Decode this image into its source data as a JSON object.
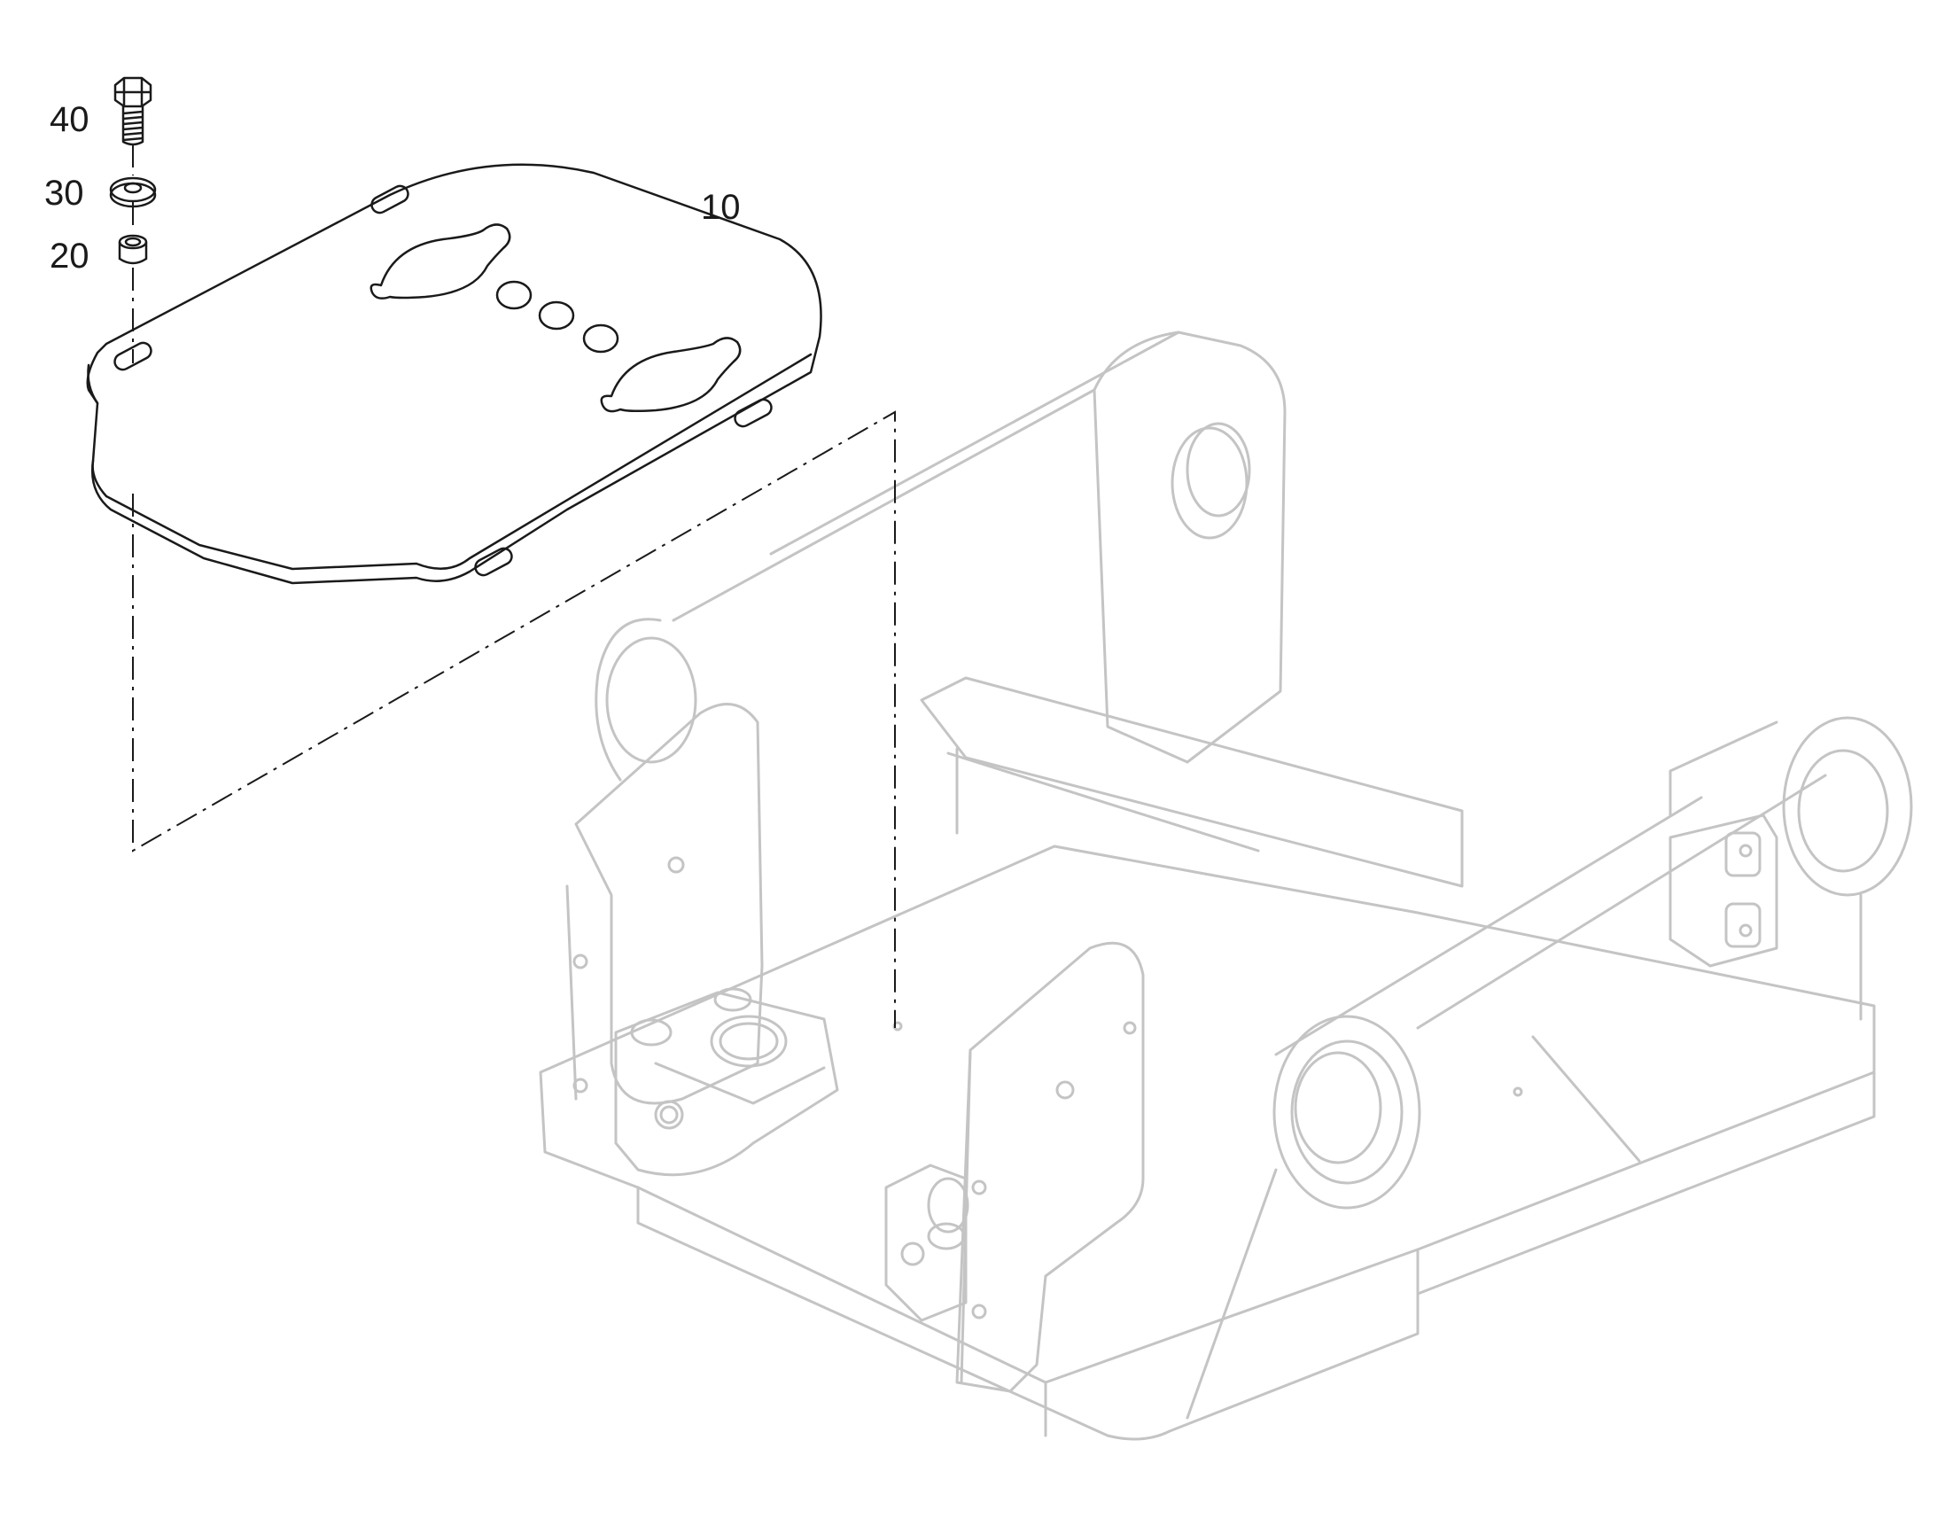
{
  "diagram": {
    "callouts": [
      {
        "id": "bolt",
        "label": "40"
      },
      {
        "id": "washer",
        "label": "30"
      },
      {
        "id": "spacer",
        "label": "20"
      },
      {
        "id": "plate",
        "label": "10"
      }
    ]
  }
}
